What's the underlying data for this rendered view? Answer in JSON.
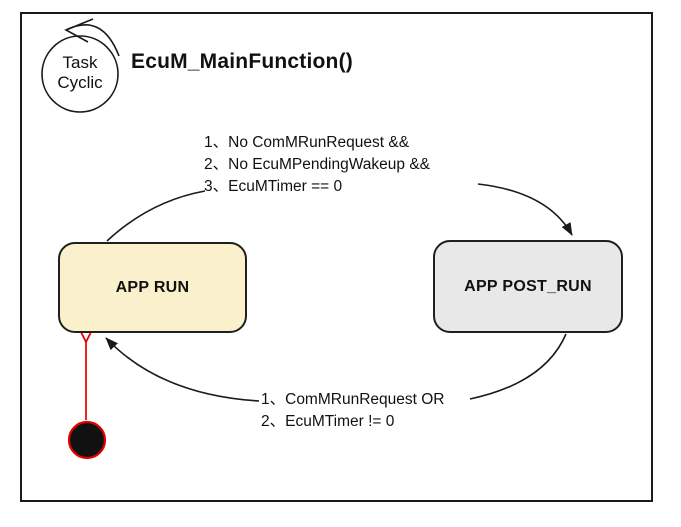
{
  "diagram": {
    "title": "EcuM_MainFunction()",
    "task_badge": {
      "line1": "Task",
      "line2": "Cyclic"
    },
    "states": {
      "app_run": {
        "label": "APP RUN",
        "fill": "#faf0cb",
        "border": "#1f1f1f"
      },
      "app_post_run": {
        "label": "APP POST_RUN",
        "fill": "#e8e8e8",
        "border": "#1f1f1f"
      }
    },
    "transitions": {
      "run_to_post_run": {
        "lines": [
          "1、No ComMRunRequest &&",
          "2、No EcuMPendingWakeup &&",
          "3、EcuMTimer == 0"
        ]
      },
      "post_run_to_run": {
        "lines": [
          "1、ComMRunRequest OR",
          "2、EcuMTimer != 0"
        ]
      }
    },
    "initial_state": {
      "fill": "#111111",
      "stroke": "#e60000",
      "arrow_color": "#e60000"
    },
    "line_color": "#1a1a1a",
    "frame_border_color": "#1a1a1a"
  }
}
